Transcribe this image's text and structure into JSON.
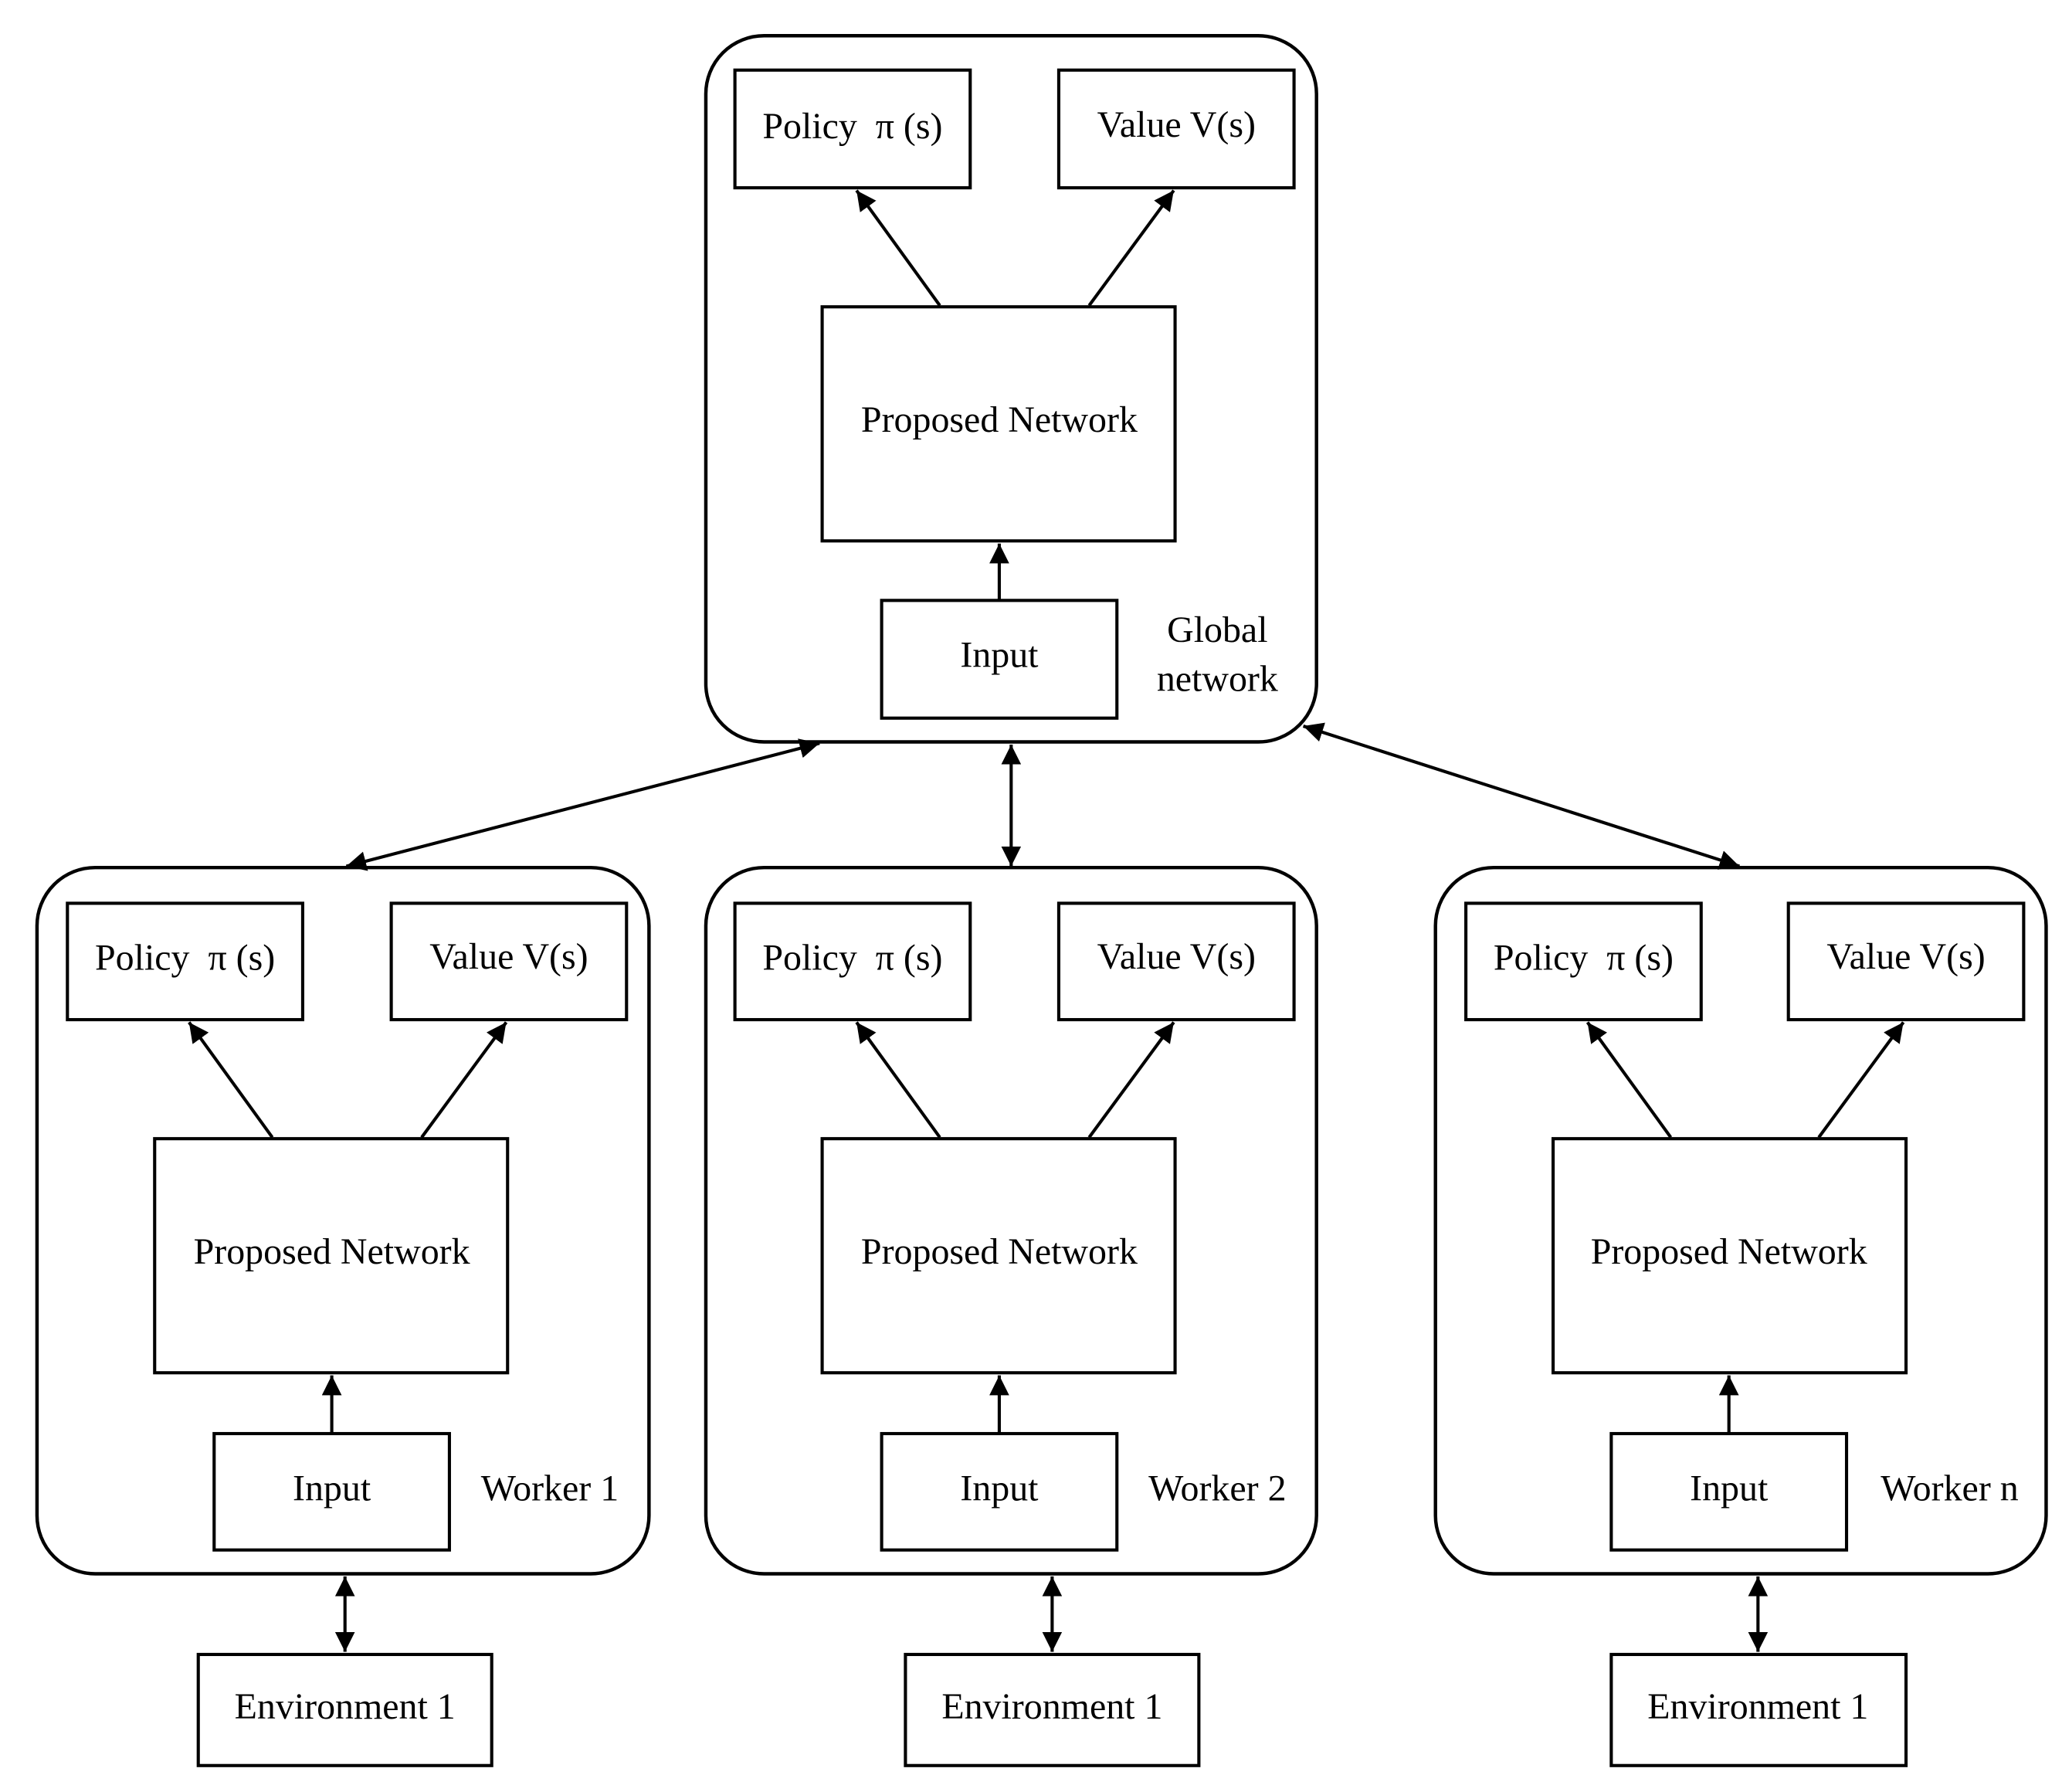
{
  "global": {
    "policy": "Policy  π (s)",
    "value": "Value V(s)",
    "network": "Proposed Network",
    "input": "Input",
    "caption_line1": "Global",
    "caption_line2": "network"
  },
  "workers": [
    {
      "policy": "Policy  π (s)",
      "value": "Value V(s)",
      "network": "Proposed Network",
      "input": "Input",
      "caption": "Worker 1",
      "environment": "Environment 1"
    },
    {
      "policy": "Policy  π (s)",
      "value": "Value V(s)",
      "network": "Proposed Network",
      "input": "Input",
      "caption": "Worker 2",
      "environment": "Environment 1"
    },
    {
      "policy": "Policy  π (s)",
      "value": "Value V(s)",
      "network": "Proposed Network",
      "input": "Input",
      "caption": "Worker n",
      "environment": "Environment 1"
    }
  ]
}
